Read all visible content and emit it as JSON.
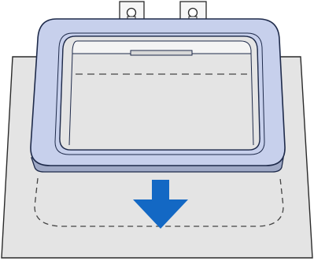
{
  "diagram": {
    "kind": "embroidery-hoop-placement-illustration",
    "colors": {
      "background": "#ffffff",
      "fabric_sheet": "#e4e4e4",
      "outline": "#2a2a2a",
      "hoop_frame": "#c7d0ec",
      "hoop_frame_outline": "#1e2a4a",
      "hoop_inner_lip": "#f4f4f4",
      "dashed_placement_guide": "#444444",
      "arrow": "#1368c4"
    },
    "arrow_direction": "down",
    "guide_line_style": "dashed",
    "icons": [
      "mounting-tab-icon",
      "screw-icon",
      "down-arrow-icon"
    ]
  }
}
